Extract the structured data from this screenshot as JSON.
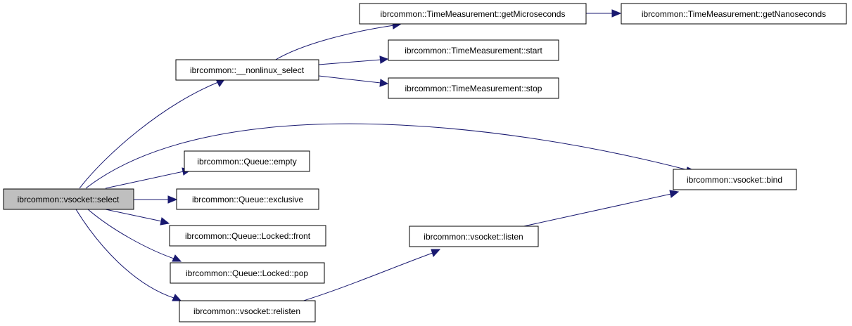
{
  "colors": {
    "edge": "#191970",
    "root_fill": "#bfbfbf",
    "node_fill": "#ffffff",
    "node_border": "#000000"
  },
  "nodes": {
    "select": "ibrcommon::vsocket::select",
    "nonlinux_select": "ibrcommon::__nonlinux_select",
    "get_microseconds": "ibrcommon::TimeMeasurement::getMicroseconds",
    "get_nanoseconds": "ibrcommon::TimeMeasurement::getNanoseconds",
    "start": "ibrcommon::TimeMeasurement::start",
    "stop": "ibrcommon::TimeMeasurement::stop",
    "queue_empty": "ibrcommon::Queue::empty",
    "queue_exclusive": "ibrcommon::Queue::exclusive",
    "locked_front": "ibrcommon::Queue::Locked::front",
    "locked_pop": "ibrcommon::Queue::Locked::pop",
    "relisten": "ibrcommon::vsocket::relisten",
    "listen": "ibrcommon::vsocket::listen",
    "bind": "ibrcommon::vsocket::bind"
  },
  "edges": [
    {
      "from": "select",
      "to": "nonlinux_select"
    },
    {
      "from": "select",
      "to": "bind"
    },
    {
      "from": "select",
      "to": "queue_empty"
    },
    {
      "from": "select",
      "to": "queue_exclusive"
    },
    {
      "from": "select",
      "to": "locked_front"
    },
    {
      "from": "select",
      "to": "locked_pop"
    },
    {
      "from": "select",
      "to": "relisten"
    },
    {
      "from": "nonlinux_select",
      "to": "get_microseconds"
    },
    {
      "from": "nonlinux_select",
      "to": "start"
    },
    {
      "from": "nonlinux_select",
      "to": "stop"
    },
    {
      "from": "get_microseconds",
      "to": "get_nanoseconds"
    },
    {
      "from": "relisten",
      "to": "listen"
    },
    {
      "from": "listen",
      "to": "bind"
    }
  ]
}
